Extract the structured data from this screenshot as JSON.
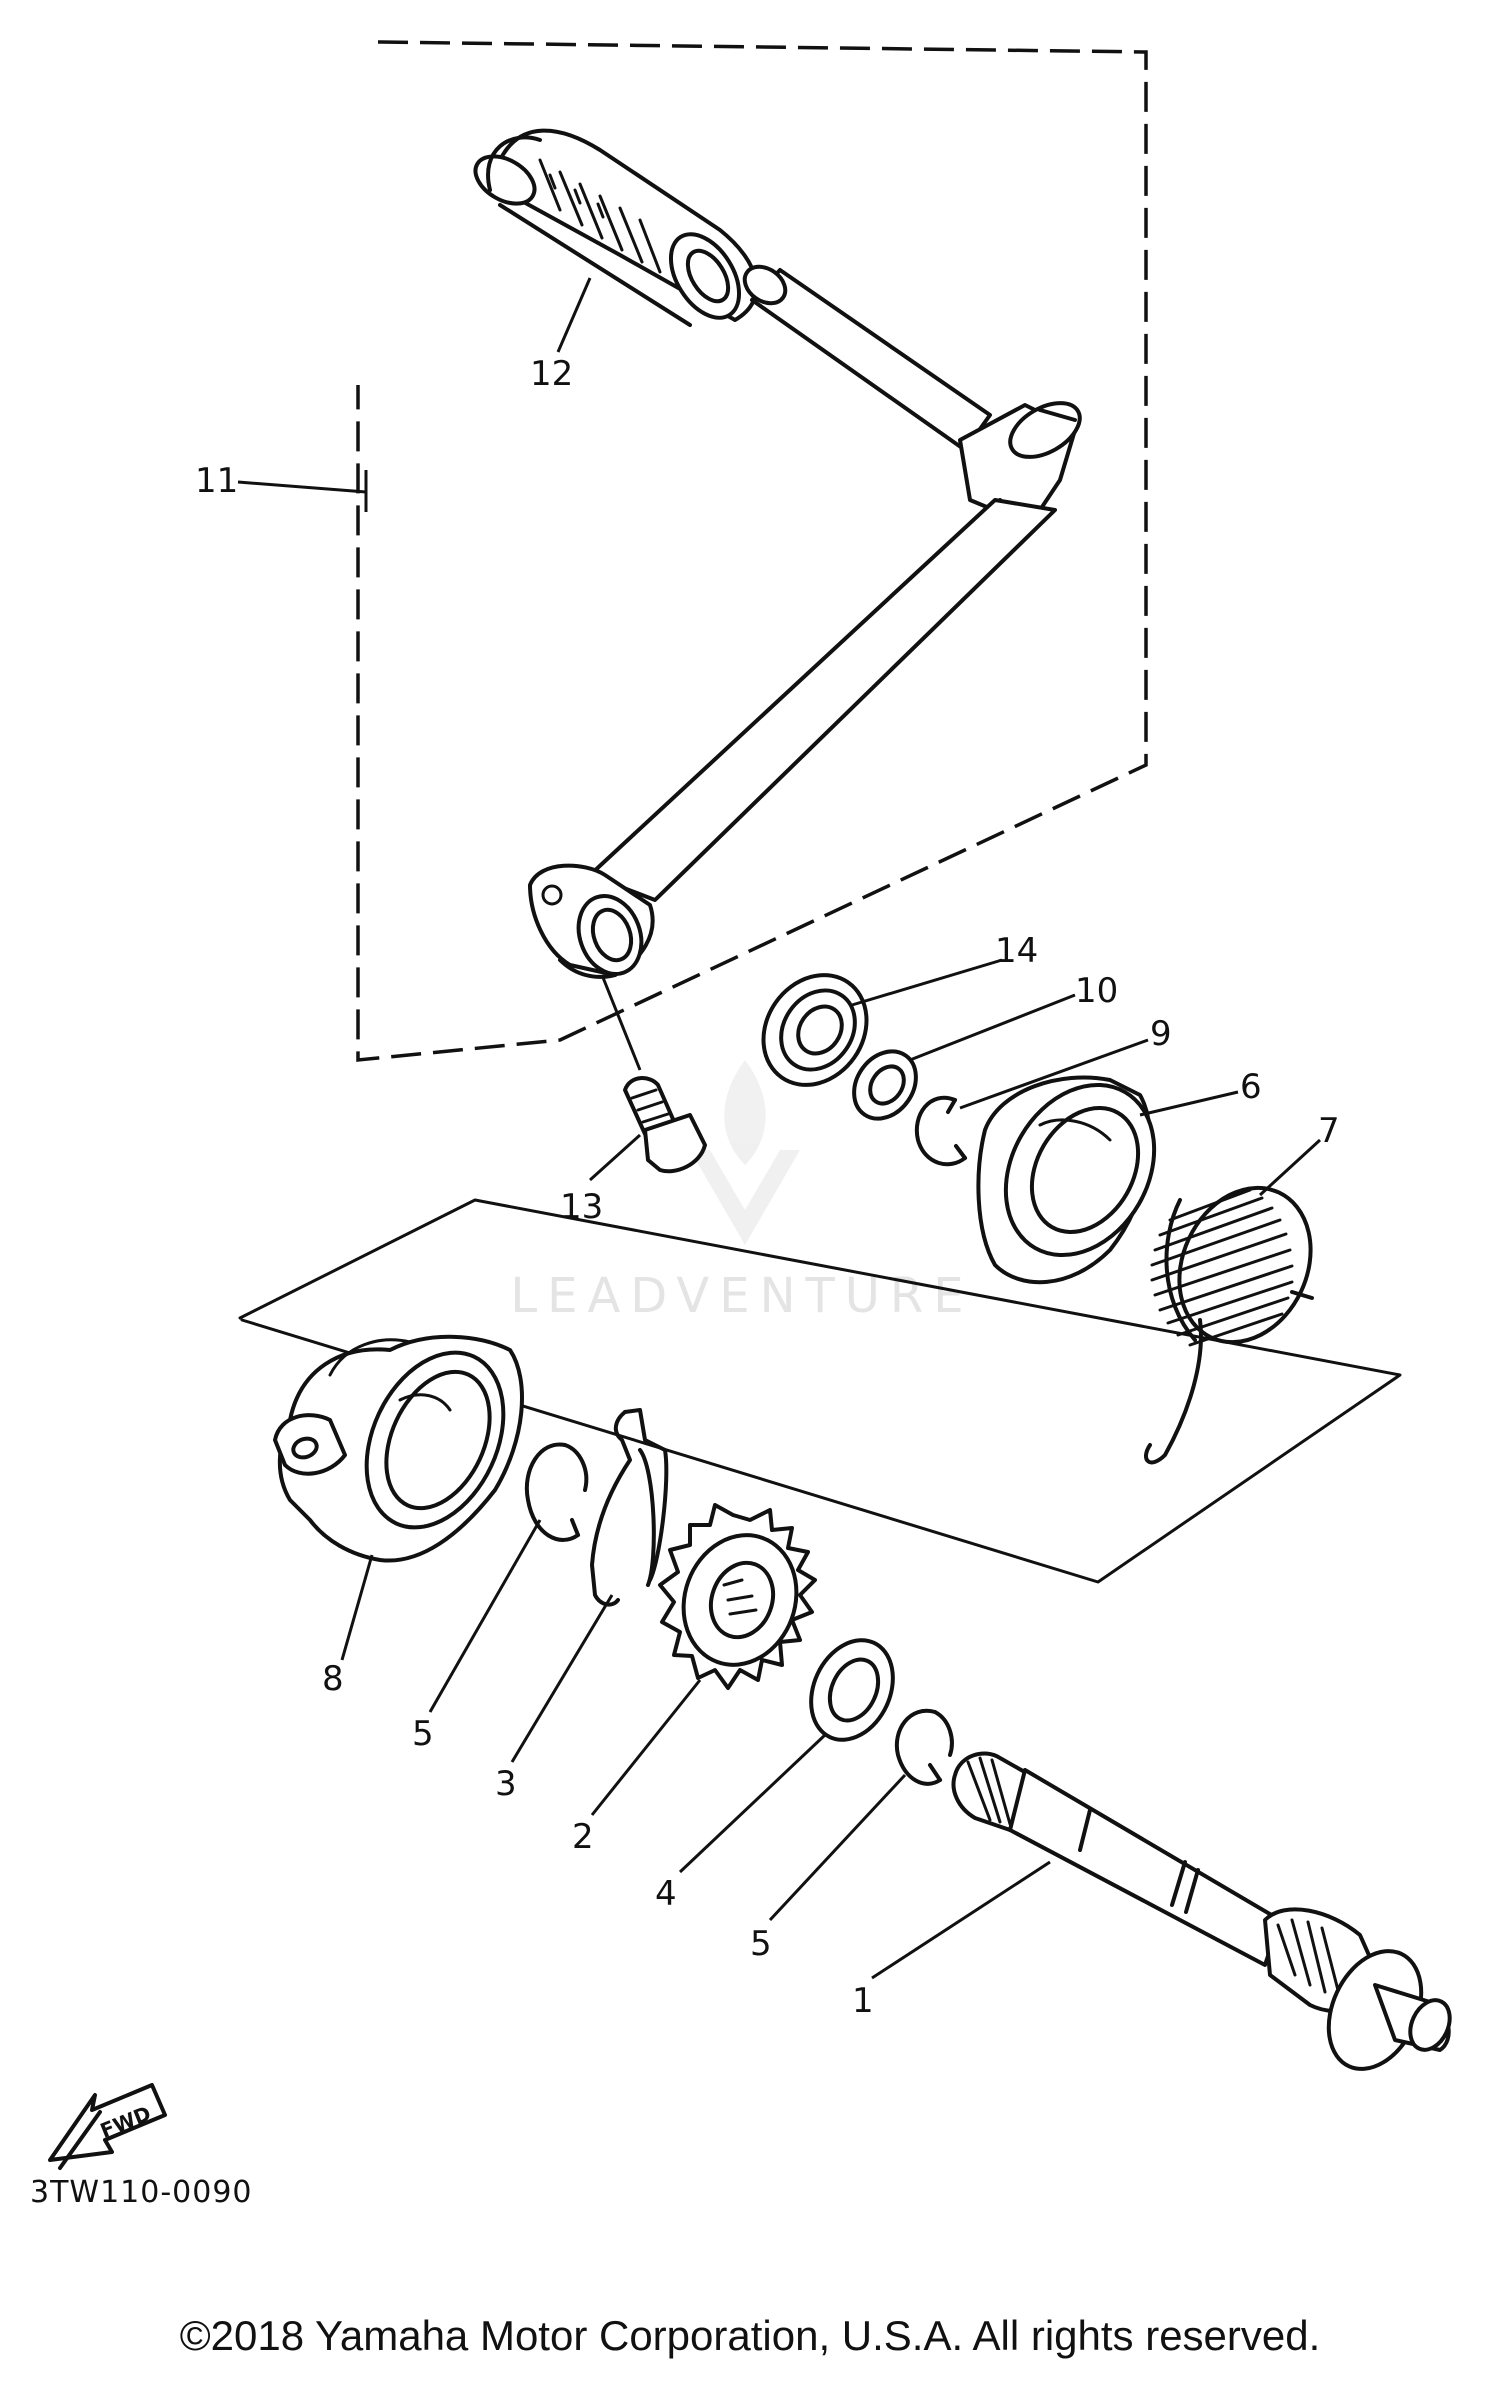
{
  "diagram_code": "3TW110-0090",
  "copyright": "©2018 Yamaha Motor Corporation, U.S.A. All rights reserved.",
  "watermark": "LEADVENTURE",
  "fwd_label": "FWD",
  "callouts": {
    "c1": "1",
    "c2": "2",
    "c3": "3",
    "c4": "4",
    "c5a": "5",
    "c5b": "5",
    "c6": "6",
    "c7": "7",
    "c8": "8",
    "c9": "9",
    "c10": "10",
    "c11": "11",
    "c12": "12",
    "c13": "13",
    "c14": "14"
  }
}
